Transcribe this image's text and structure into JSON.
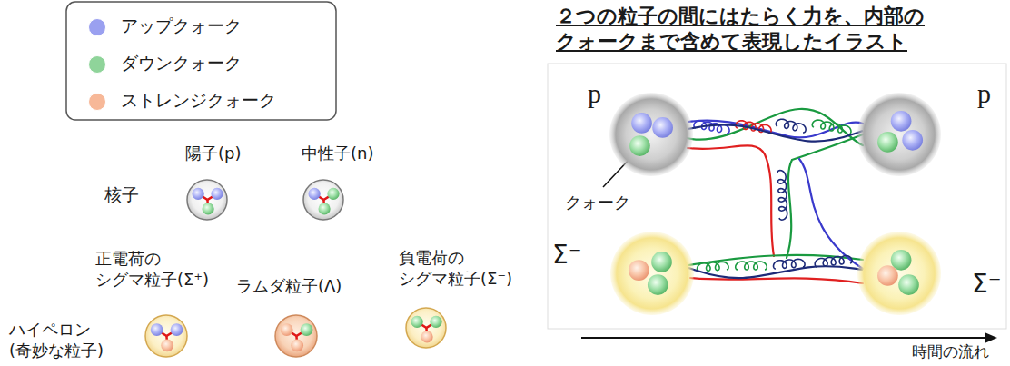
{
  "diagram": {
    "title": "２つの粒子の間にはたらく力を、内部の クォークまで含めて表現したイラスト",
    "nodes": [
      {
        "text": [
          "陽子(p)"
        ]
      },
      {
        "text": [
          "中性子(n)"
        ]
      },
      {
        "text": [
          "正電荷の シグマ粒子(Σ⁺)"
        ]
      },
      {
        "text": [
          "ラムダ粒子(Λ)"
        ]
      },
      {
        "text": [
          "負電荷の シグマ粒子(Σ⁻)"
        ]
      },
      {
        "text": [
          "p"
        ]
      },
      {
        "text": [
          "p"
        ]
      },
      {
        "text": [
          "Σ⁻"
        ]
      },
      {
        "text": [
          "Σ⁻"
        ]
      }
    ],
    "edges": [
      {
        "from": 5,
        "to": 6,
        "arrow": "none"
      },
      {
        "from": 7,
        "to": 8,
        "arrow": "none"
      }
    ],
    "labels": [
      "核子",
      "ハイペロン (奇妙な粒子)",
      "クォーク",
      "時間の流れ"
    ],
    "legend": [
      {
        "text": "アップクォーク",
        "color": "#9aa0f0"
      },
      {
        "text": "ダウンクォーク",
        "color": "#8fd49a"
      },
      {
        "text": "ストレンジクォーク",
        "color": "#f7b898"
      }
    ]
  }
}
